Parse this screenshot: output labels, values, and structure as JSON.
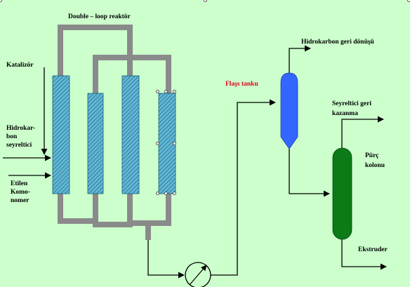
{
  "labels": {
    "reactor": "Double – loop reaktör",
    "catalyst": "Katalizör",
    "hydrocarbon_diluent": [
      "Hidrokar-",
      "bon",
      "seyreltici"
    ],
    "ethylene_comonomer": [
      "Etilen",
      "Komo-",
      "nomer"
    ],
    "flash_tank": "Flaşs tanku",
    "hydrocarbon_recycle": "Hidrokarbon geri dönüşü",
    "diluent_recovery": [
      "Seyreltici geri",
      "kazanma"
    ],
    "purge_column": [
      "Pürç",
      "kolonu"
    ],
    "extruder": "Ekstruder"
  },
  "colors": {
    "background": "#ccffcc",
    "loop_pipe": "#8a8a8a",
    "jacket_fill": "#62b7d6",
    "flash_tank": "#3366ff",
    "purge_column": "#0b7a17",
    "line": "#000000",
    "label_red": "#e0001a"
  },
  "icons": [
    "arrow-icon",
    "heat-exchanger-icon",
    "selection-handle-icon"
  ]
}
